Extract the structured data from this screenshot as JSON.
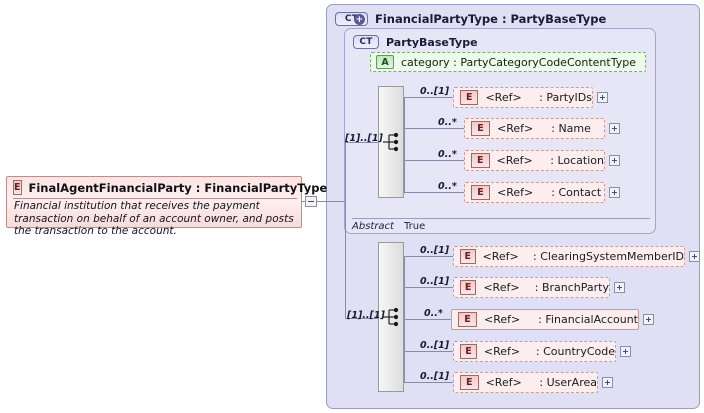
{
  "diagram": {
    "kind": "xsd-schema-diagram",
    "colors": {
      "element_fill": "#fceeee",
      "element_border": "#c79c9c",
      "container_fill": "#e0e0f4",
      "inner_container_fill": "#e6e6f7",
      "container_border": "#9c9cc4",
      "attribute_fill": "#edfbea",
      "attribute_border": "#74ae70",
      "root_fill": "#fbe4e4",
      "root_border": "#c08c8c",
      "connector": "#8a8aa6",
      "sequence_fill": "#ebebeb"
    }
  },
  "root_element": {
    "badge": "E",
    "badge_name": "element-badge",
    "name": "FinalAgentFinancialParty",
    "separator": ":",
    "type": "FinancialPartyType",
    "title": "FinalAgentFinancialParty : FinancialPartyType",
    "description": "Financial institution that receives the payment transaction on behalf of an account owner, and posts the transaction to the account.",
    "expander": "minus"
  },
  "outer_container": {
    "badge": "CT",
    "badge_plus": "+",
    "name": "FinancialPartyType",
    "separator": ":",
    "base": "PartyBaseType",
    "title": "FinancialPartyType : PartyBaseType"
  },
  "inner_container": {
    "badge": "CT",
    "name": "PartyBaseType",
    "title": "PartyBaseType",
    "abstract_label": "Abstract",
    "abstract_value": "True"
  },
  "attribute": {
    "badge": "A",
    "name": "category",
    "separator": ":",
    "type": "PartyCategoryCodeContentType",
    "title": "category : PartyCategoryCodeContentType"
  },
  "sequence_top": {
    "cardinality": "[1]..[1]",
    "icon": "sequence-icon"
  },
  "sequence_bottom": {
    "cardinality": "[1]..[1]",
    "icon": "sequence-icon"
  },
  "base_elements": [
    {
      "badge": "E",
      "ref": "<Ref>",
      "separator": ":",
      "name": "PartyIDs",
      "cardinality": "0..[1]",
      "expander": "+",
      "style": "dashed"
    },
    {
      "badge": "E",
      "ref": "<Ref>",
      "separator": ":",
      "name": "Name",
      "cardinality": "0..*",
      "expander": "+",
      "style": "dashed"
    },
    {
      "badge": "E",
      "ref": "<Ref>",
      "separator": ":",
      "name": "Location",
      "cardinality": "0..*",
      "expander": "+",
      "style": "dashed"
    },
    {
      "badge": "E",
      "ref": "<Ref>",
      "separator": ":",
      "name": "Contact",
      "cardinality": "0..*",
      "expander": "+",
      "style": "dashed"
    }
  ],
  "extension_elements": [
    {
      "badge": "E",
      "ref": "<Ref>",
      "separator": ":",
      "name": "ClearingSystemMemberID",
      "cardinality": "0..[1]",
      "expander": "+",
      "style": "dashed"
    },
    {
      "badge": "E",
      "ref": "<Ref>",
      "separator": ":",
      "name": "BranchParty",
      "cardinality": "0..[1]",
      "expander": "+",
      "style": "dashed"
    },
    {
      "badge": "E",
      "ref": "<Ref>",
      "separator": ":",
      "name": "FinancialAccount",
      "cardinality": "0..*",
      "expander": "+",
      "style": "solid"
    },
    {
      "badge": "E",
      "ref": "<Ref>",
      "separator": ":",
      "name": "CountryCode",
      "cardinality": "0..[1]",
      "expander": "+",
      "style": "dashed"
    },
    {
      "badge": "E",
      "ref": "<Ref>",
      "separator": ":",
      "name": "UserArea",
      "cardinality": "0..[1]",
      "expander": "+",
      "style": "dashed"
    }
  ]
}
